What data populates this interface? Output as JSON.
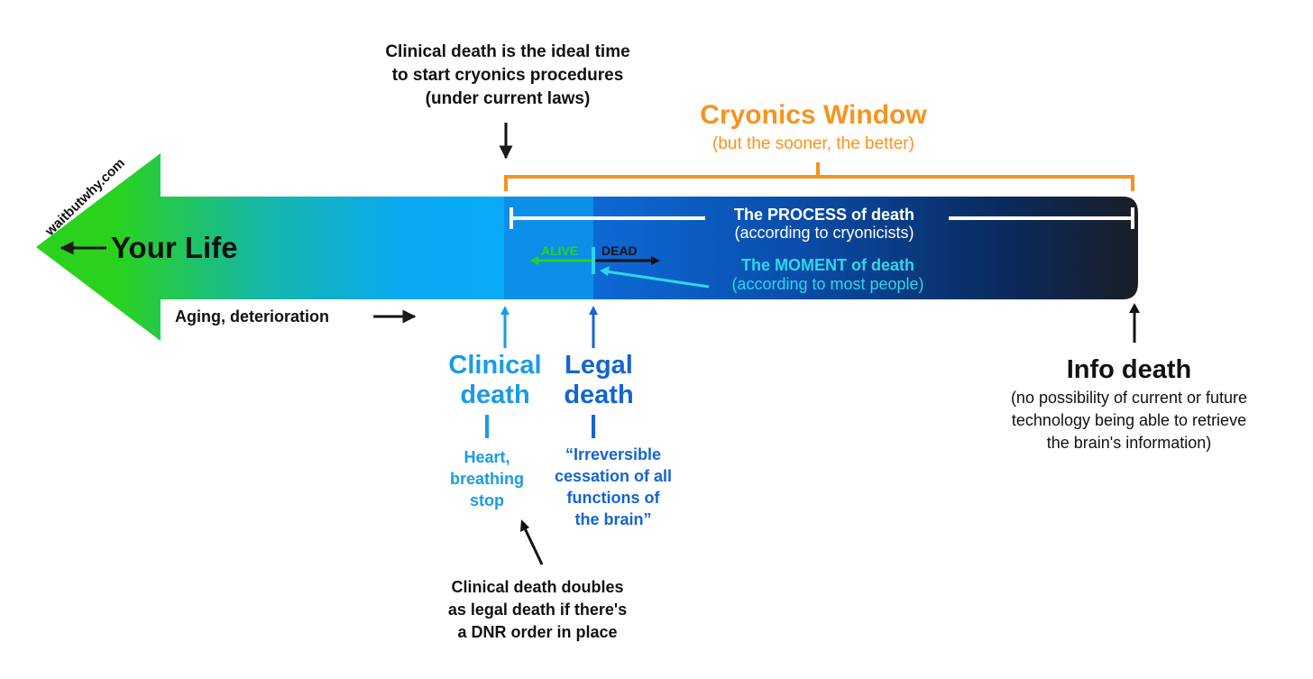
{
  "watermark": "waitbutwhy.com",
  "top_note": {
    "lines": [
      "Clinical death is the ideal time",
      "to start cryonics procedures",
      "(under current laws)"
    ]
  },
  "cryonics_window": {
    "title": "Cryonics Window",
    "subtitle": "(but the sooner, the better)"
  },
  "your_life": "Your Life",
  "aging": "Aging, deterioration",
  "process_of_death": {
    "title": "The PROCESS of death",
    "subtitle": "(according to cryonicists)"
  },
  "moment_of_death": {
    "title": "The MOMENT of death",
    "subtitle": "(according to most people)"
  },
  "alive_label": "ALIVE",
  "dead_label": "DEAD",
  "clinical_death": {
    "title_lines": [
      "Clinical",
      "death"
    ],
    "desc_lines": [
      "Heart,",
      "breathing",
      "stop"
    ]
  },
  "legal_death": {
    "title_lines": [
      "Legal",
      "death"
    ],
    "desc_lines": [
      "“Irreversible",
      "cessation of all",
      "functions of",
      "the brain”"
    ]
  },
  "info_death": {
    "title": "Info death",
    "desc_lines": [
      "(no possibility of current or future",
      "technology being able to retrieve",
      "the brain's information)"
    ]
  },
  "bottom_note": {
    "lines": [
      "Clinical death doubles",
      "as legal death if there's",
      "a DNR order in place"
    ]
  },
  "colors": {
    "green": "#2ad21e",
    "orange": "#f5941f",
    "clinical_blue": "#1a9be6",
    "legal_blue": "#1464d2",
    "cyan": "#2fd6ea",
    "dark": "#1a1a1a"
  }
}
